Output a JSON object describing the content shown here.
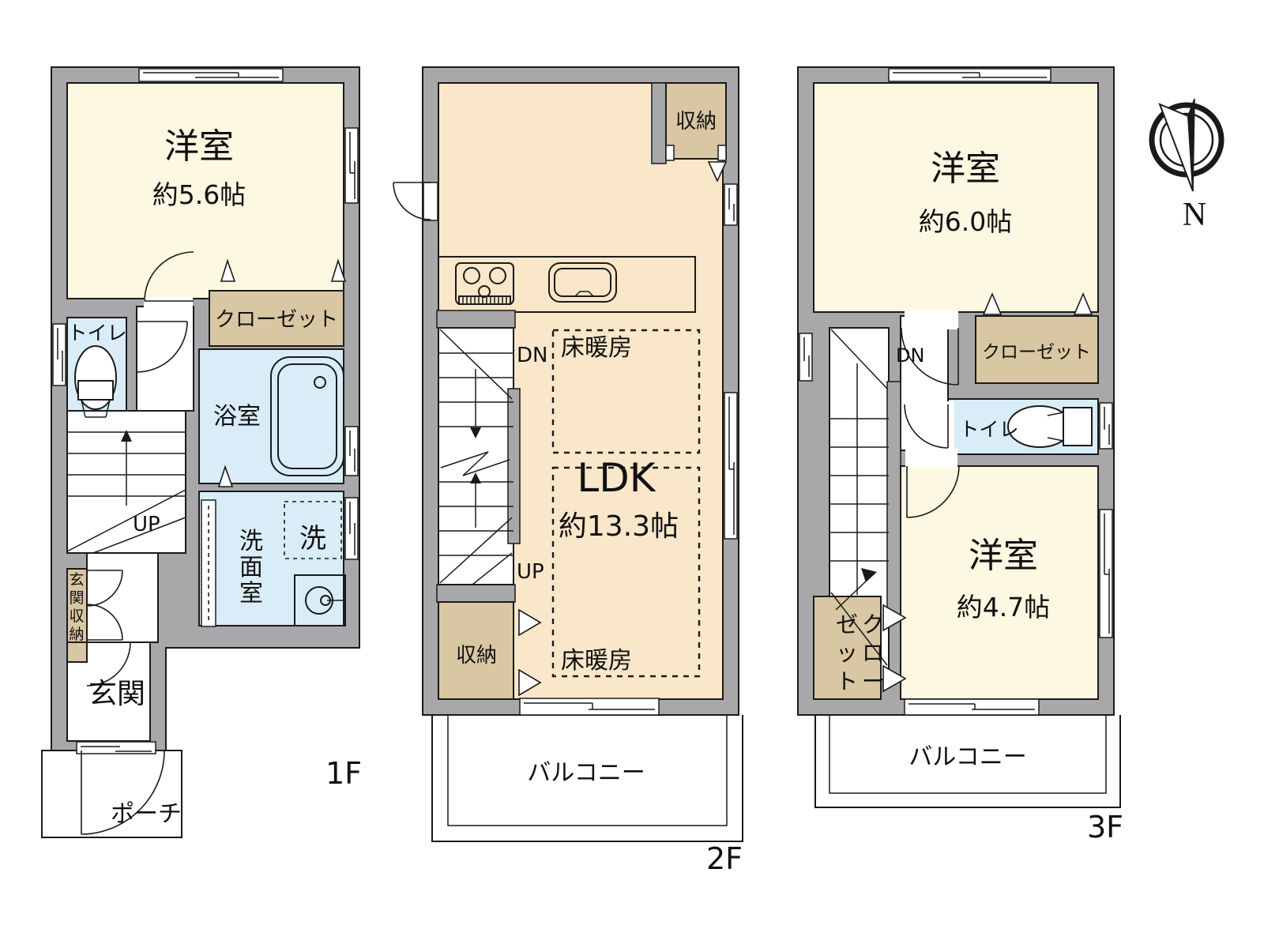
{
  "colors": {
    "wall": "#a8a8aa",
    "line": "#1a1a1a",
    "cream": "#fdf8e1",
    "peach": "#fae6c9",
    "tan": "#d8c7a2",
    "blue": "#d9edf8"
  },
  "floors": [
    {
      "label": "1F",
      "rooms": {
        "bedroom": {
          "name": "洋室",
          "size": "約5.6帖"
        },
        "toilet": {
          "name": "トイレ"
        },
        "closet": {
          "name": "クローゼット"
        },
        "bath": {
          "name": "浴室"
        },
        "washroom": {
          "name": "洗面室"
        },
        "laundry": {
          "name": "洗"
        },
        "entrance_storage": {
          "name": "玄関収納"
        },
        "entrance": {
          "name": "玄関"
        },
        "porch": {
          "name": "ポーチ"
        }
      },
      "stairs": {
        "up": "UP"
      }
    },
    {
      "label": "2F",
      "rooms": {
        "storage_top": {
          "name": "収納"
        },
        "ldk": {
          "name": "LDK",
          "size": "約13.3帖"
        },
        "floor_heating_top": {
          "name": "床暖房"
        },
        "floor_heating_bottom": {
          "name": "床暖房"
        },
        "storage_bottom": {
          "name": "収納"
        },
        "balcony": {
          "name": "バルコニー"
        }
      },
      "stairs": {
        "down": "DN",
        "up": "UP"
      }
    },
    {
      "label": "3F",
      "rooms": {
        "bedroom_large": {
          "name": "洋室",
          "size": "約6.0帖"
        },
        "closet_top": {
          "name": "クローゼット"
        },
        "toilet": {
          "name": "トイレ"
        },
        "bedroom_small": {
          "name": "洋室",
          "size": "約4.7帖"
        },
        "closet_bottom": {
          "name": "クローゼット"
        },
        "balcony": {
          "name": "バルコニー"
        }
      },
      "stairs": {
        "down": "DN"
      }
    }
  ],
  "compass": {
    "north_label": "N"
  }
}
